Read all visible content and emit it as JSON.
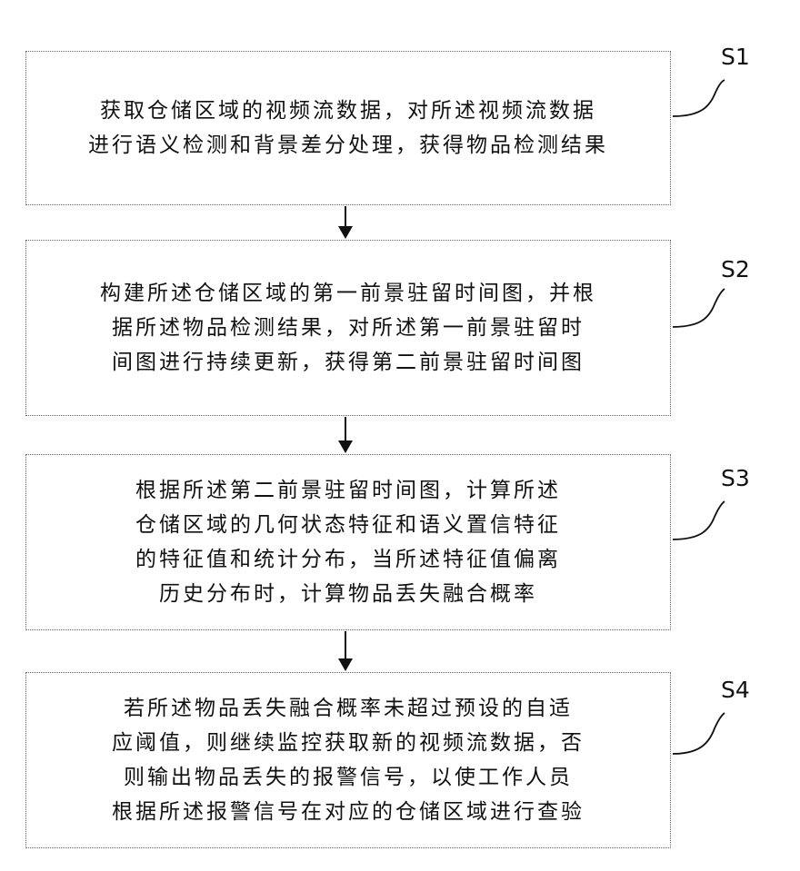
{
  "steps": [
    {
      "label": "S1",
      "lines": [
        "获取仓储区域的视频流数据，对所述视频流数据",
        "进行语义检测和背景差分处理，获得物品检测结果"
      ]
    },
    {
      "label": "S2",
      "lines": [
        "构建所述仓储区域的第一前景驻留时间图，并根",
        "据所述物品检测结果，对所述第一前景驻留时",
        "间图进行持续更新，获得第二前景驻留时间图"
      ]
    },
    {
      "label": "S3",
      "lines": [
        "根据所述第二前景驻留时间图，计算所述",
        "仓储区域的几何状态特征和语义置信特征",
        "的特征值和统计分布，当所述特征值偏离",
        "历史分布时，计算物品丢失融合概率"
      ]
    },
    {
      "label": "S4",
      "lines": [
        "若所述物品丢失融合概率未超过预设的自适",
        "应阈值，则继续监控获取新的视频流数据，否",
        "则输出物品丢失的报警信号，以使工作人员",
        "根据所述报警信号在对应的仓储区域进行查验"
      ]
    }
  ]
}
